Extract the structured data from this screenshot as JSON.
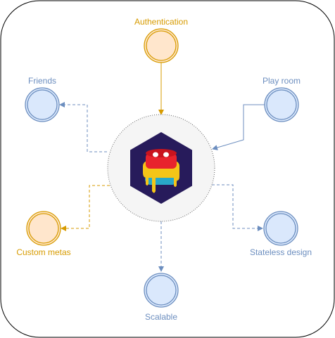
{
  "diagram": {
    "nodes": [
      {
        "id": "authentication",
        "label": "Authentication",
        "color": "orange"
      },
      {
        "id": "friends",
        "label": "Friends",
        "color": "blue"
      },
      {
        "id": "play-room",
        "label": "Play room",
        "color": "blue"
      },
      {
        "id": "custom-metas",
        "label": "Custom metas",
        "color": "orange"
      },
      {
        "id": "stateless-design",
        "label": "Stateless design",
        "color": "blue"
      },
      {
        "id": "scalable",
        "label": "Scalable",
        "color": "blue"
      }
    ],
    "center": {
      "icon": "cake-hexagon-logo"
    }
  },
  "colors": {
    "orange_stroke": "#d79b00",
    "orange_fill": "#ffe6cc",
    "blue_stroke": "#6c8ebf",
    "blue_fill": "#dae8fc",
    "center_fill": "#f5f5f5",
    "center_stroke": "#666666",
    "hexagon": "#271b5b"
  }
}
